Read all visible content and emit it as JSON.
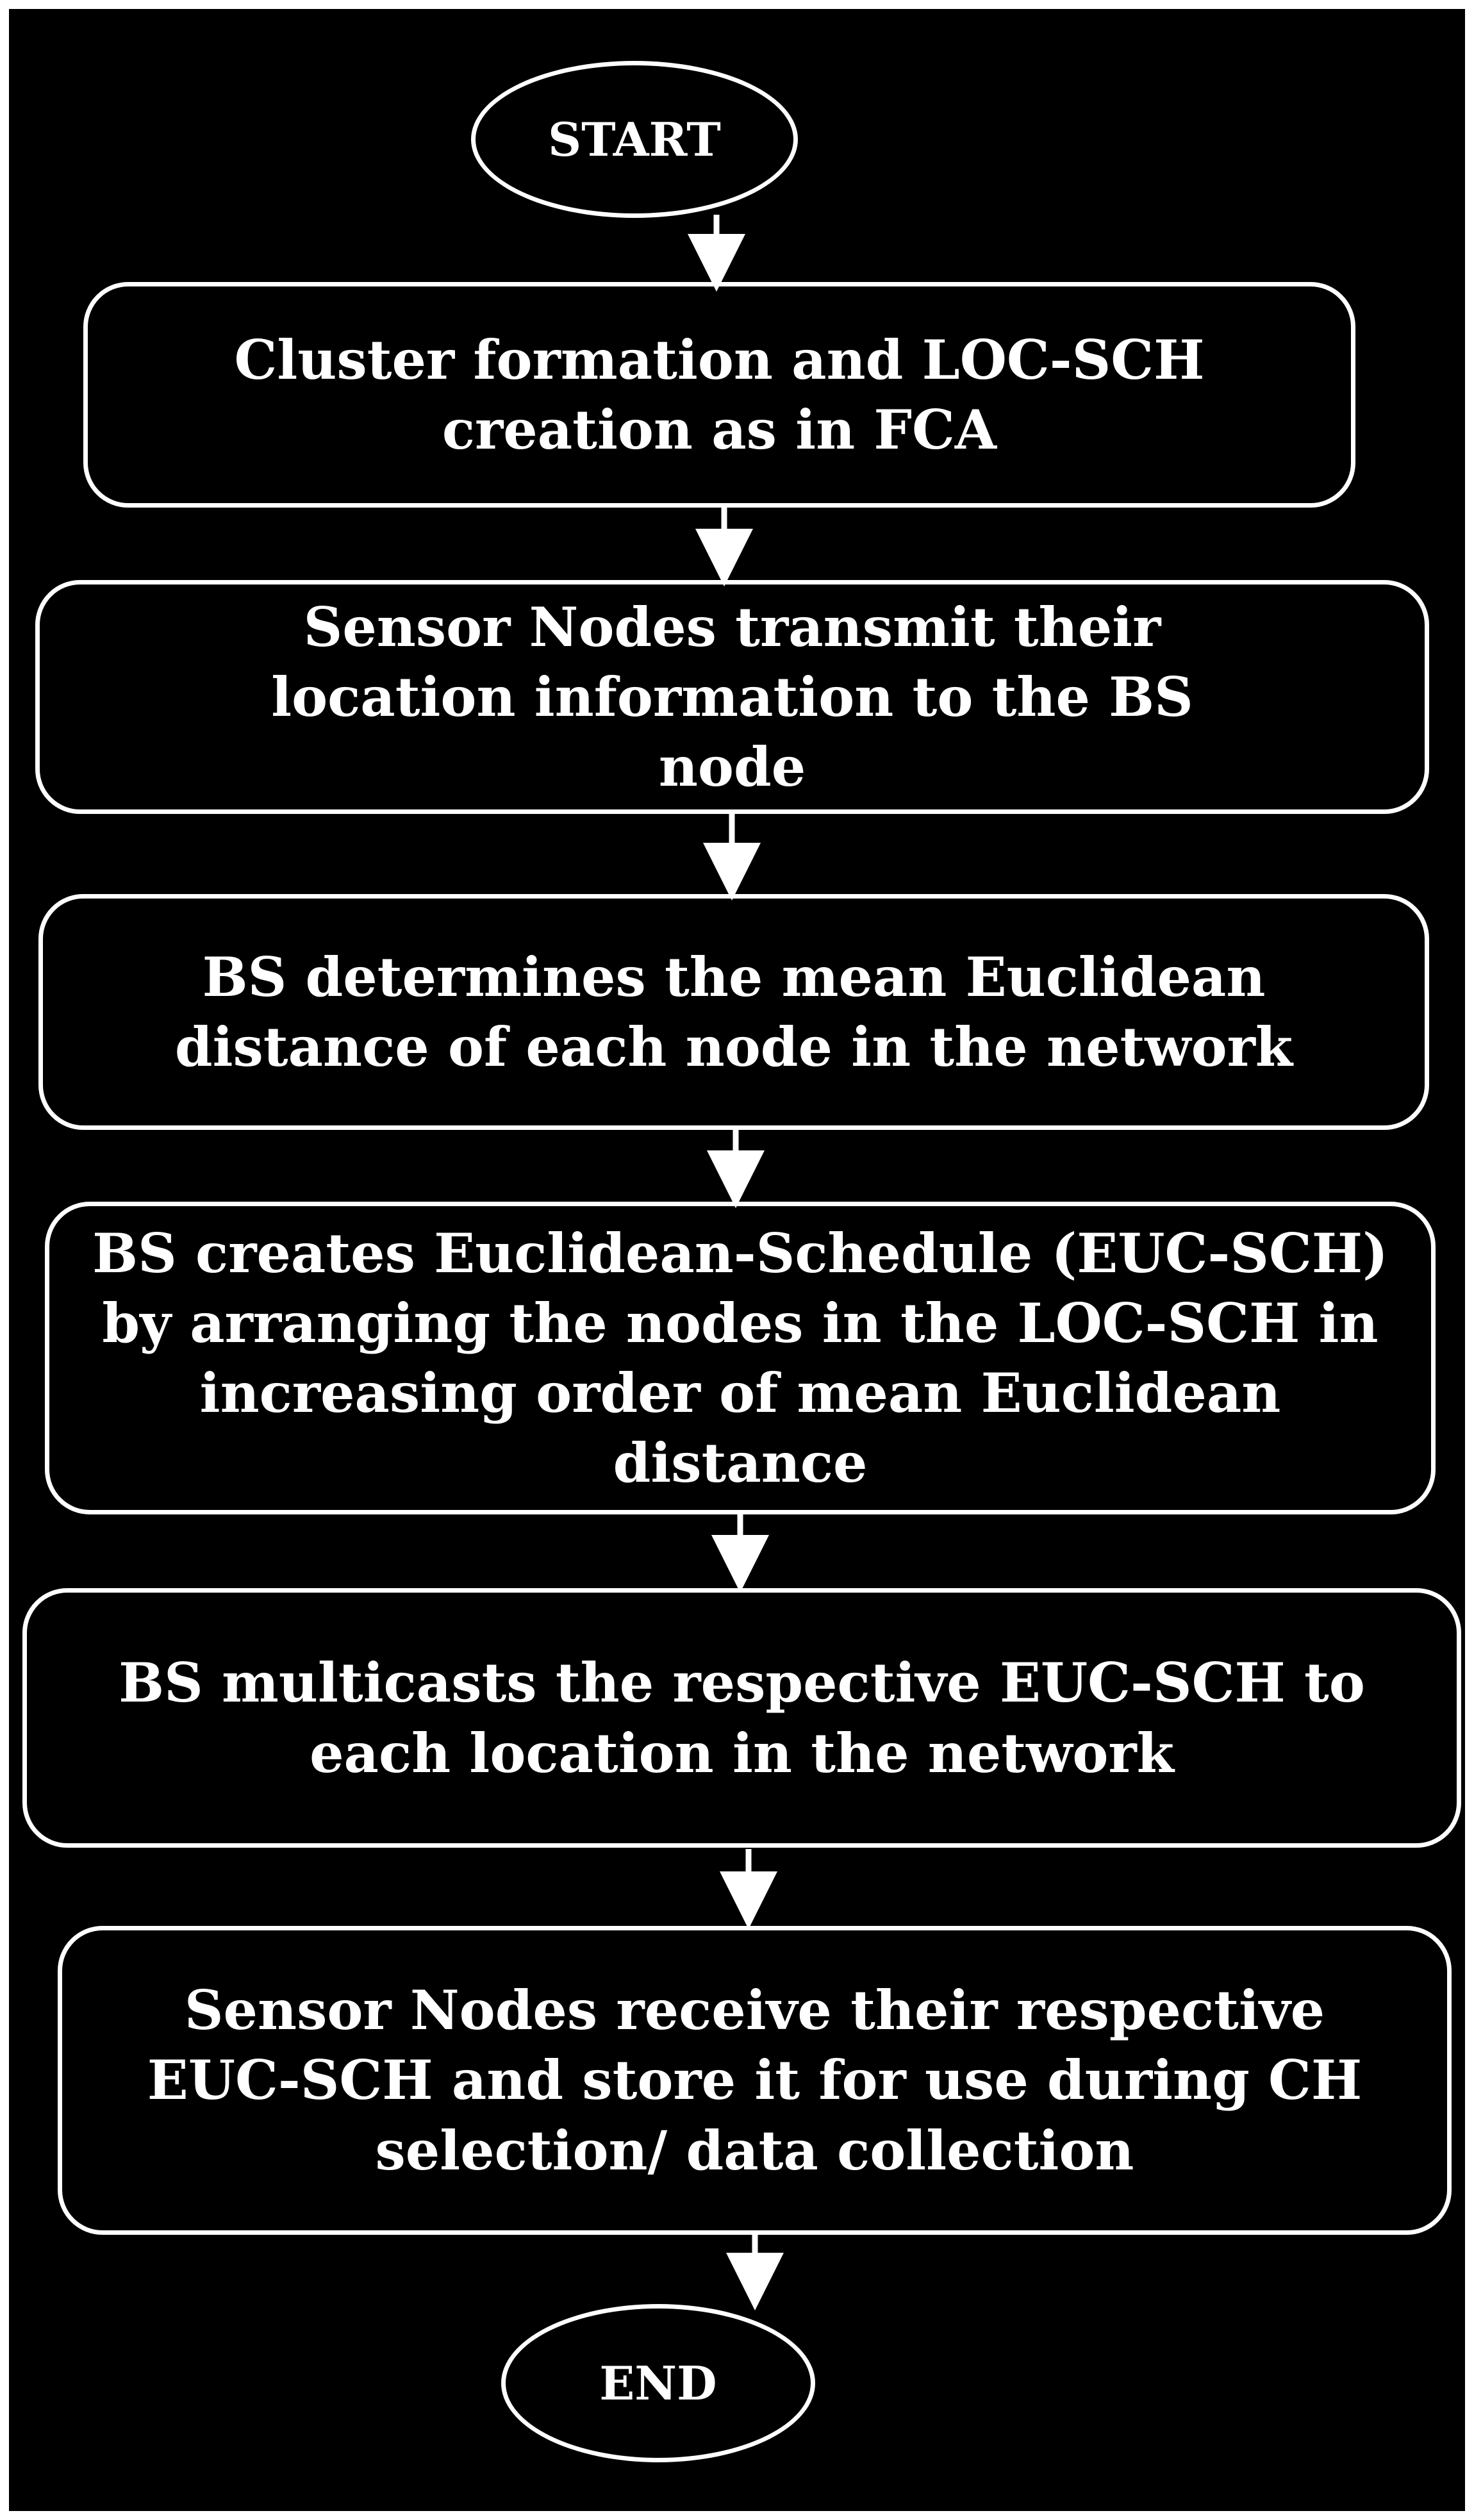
{
  "flowchart": {
    "start": "START",
    "end": "END",
    "steps": [
      "Cluster formation and LOC-SCH creation as in FCA",
      "Sensor Nodes transmit their location information to the BS node",
      "BS determines the mean Euclidean distance of each node in the network",
      "BS creates Euclidean-Schedule (EUC-SCH) by arranging the nodes in the LOC-SCH in increasing order of mean Euclidean distance",
      "BS multicasts the respective EUC-SCH to each location in the network",
      "Sensor Nodes receive their respective EUC-SCH and store it for use during CH selection/ data collection"
    ]
  },
  "colors": {
    "background": "#000000",
    "foreground": "#ffffff"
  }
}
